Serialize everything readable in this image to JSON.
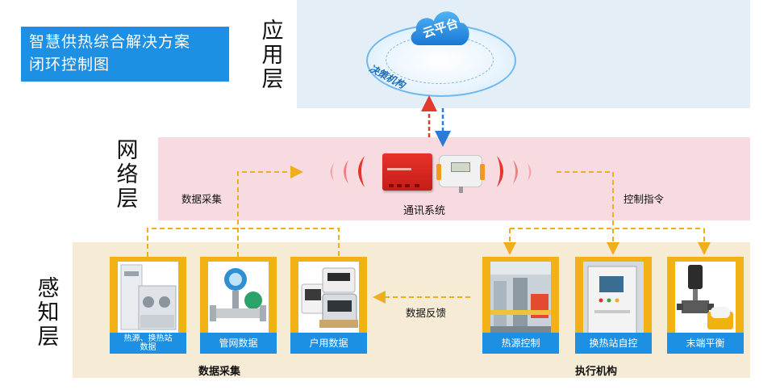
{
  "title": {
    "line1": "智慧供热综合解决方案",
    "line2": "闭环控制图"
  },
  "layers": {
    "application": "应用层",
    "network": "网络层",
    "perception": "感知层"
  },
  "cloud": {
    "label": "云平台",
    "sublabel": "决策机构"
  },
  "network": {
    "device_label": "通讯系统",
    "collect_label": "数据采集",
    "control_label": "控制指令"
  },
  "perception": {
    "feedback_label": "数据反馈",
    "collect_group_label": "数据采集",
    "actuator_group_label": "执行机构",
    "collect_cards": [
      {
        "caption_line1": "热源、换热站",
        "caption_line2": "数据"
      },
      {
        "caption": "管网数据"
      },
      {
        "caption": "户用数据"
      }
    ],
    "actuator_cards": [
      {
        "caption": "热源控制"
      },
      {
        "caption": "换热站自控"
      },
      {
        "caption": "末端平衡"
      }
    ]
  },
  "colors": {
    "title_bg": "#1e90e3",
    "app_band": "#e3eef7",
    "network_band": "#f7dbe0",
    "perception_band": "#f6ecd6",
    "card_frame": "#f2b215",
    "caption_bg": "#1e90e3",
    "dashed_arrow": "#f0ad1e",
    "up_arrow": "#e23b2e",
    "down_arrow": "#2a7ad8"
  }
}
